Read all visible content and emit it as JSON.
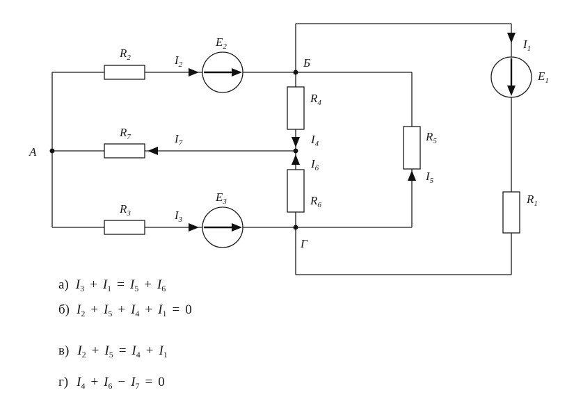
{
  "circuit": {
    "nodes": {
      "A": "А",
      "B": "Б",
      "G": "Г"
    },
    "components": {
      "R1": {
        "base": "R",
        "sub": "1"
      },
      "R2": {
        "base": "R",
        "sub": "2"
      },
      "R3": {
        "base": "R",
        "sub": "3"
      },
      "R4": {
        "base": "R",
        "sub": "4"
      },
      "R5": {
        "base": "R",
        "sub": "5"
      },
      "R6": {
        "base": "R",
        "sub": "6"
      },
      "R7": {
        "base": "R",
        "sub": "7"
      },
      "E1": {
        "base": "E",
        "sub": "1"
      },
      "E2": {
        "base": "E",
        "sub": "2"
      },
      "E3": {
        "base": "E",
        "sub": "3"
      }
    },
    "currents": {
      "I1": {
        "base": "I",
        "sub": "1"
      },
      "I2": {
        "base": "I",
        "sub": "2"
      },
      "I3": {
        "base": "I",
        "sub": "3"
      },
      "I4": {
        "base": "I",
        "sub": "4"
      },
      "I5": {
        "base": "I",
        "sub": "5"
      },
      "I6": {
        "base": "I",
        "sub": "6"
      },
      "I7": {
        "base": "I",
        "sub": "7"
      }
    }
  },
  "options": [
    {
      "prefix": "а)",
      "lhs": [
        [
          "I",
          "3"
        ],
        [
          "I",
          "1"
        ]
      ],
      "lhs_ops": [
        "+"
      ],
      "rhs": [
        [
          "I",
          "5"
        ],
        [
          "I",
          "6"
        ]
      ],
      "rhs_ops": [
        "+"
      ]
    },
    {
      "prefix": "б)",
      "lhs": [
        [
          "I",
          "2"
        ],
        [
          "I",
          "5"
        ],
        [
          "I",
          "4"
        ],
        [
          "I",
          "1"
        ]
      ],
      "lhs_ops": [
        "+",
        "+",
        "+"
      ],
      "rhs_text": "0"
    },
    {
      "prefix": "в)",
      "lhs": [
        [
          "I",
          "2"
        ],
        [
          "I",
          "5"
        ]
      ],
      "lhs_ops": [
        "+"
      ],
      "rhs": [
        [
          "I",
          "4"
        ],
        [
          "I",
          "1"
        ]
      ],
      "rhs_ops": [
        "+"
      ]
    },
    {
      "prefix": "г)",
      "lhs": [
        [
          "I",
          "4"
        ],
        [
          "I",
          "6"
        ],
        [
          "I",
          "7"
        ]
      ],
      "lhs_ops": [
        "+",
        "−"
      ],
      "rhs_text": "0"
    }
  ]
}
